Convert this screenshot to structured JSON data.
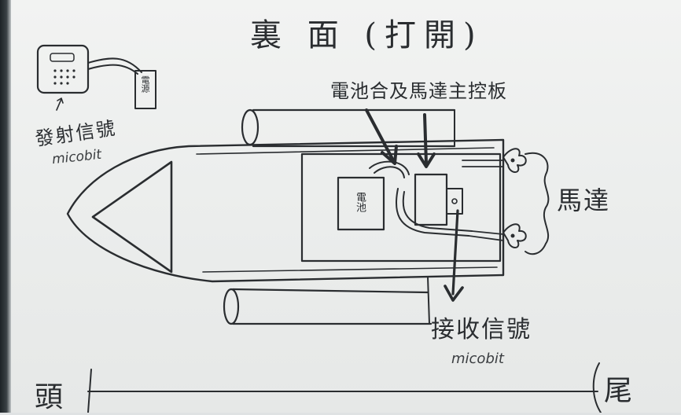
{
  "title": "裏 面 (打開)",
  "labels": {
    "battery_motor_board": "電池合及馬達主控板",
    "emit_signal": "發射信號",
    "emit_microbit": "micobit",
    "motor": "馬達",
    "receive_signal": "接收信號",
    "receive_microbit": "micobit",
    "head": "頭",
    "tail": "尾",
    "remote_tag": "電源",
    "inner_box_text": "電池"
  },
  "colors": {
    "ink": "#2a2d30",
    "paper": "#eceeed"
  }
}
